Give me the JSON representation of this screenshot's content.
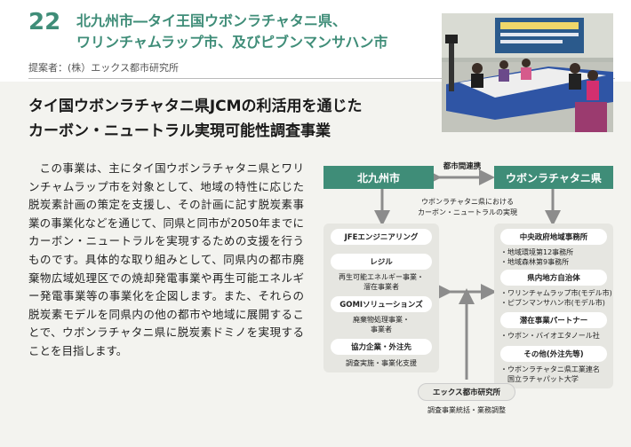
{
  "header": {
    "number": "22",
    "title_line1": "北九州市―タイ王国ウボンラチャタニ県、",
    "title_line2": "ワリンチャムラップ市、及びピブンマンサハン市",
    "proposer": "提案者：(株）エックス都市研究所"
  },
  "subtitle": {
    "line1": "タイ国ウボンラチャタニ県JCMの利活用を通じた",
    "line2": "カーボン・ニュートラル実現可能性調査事業"
  },
  "body": {
    "paragraph": "この事業は、主にタイ国ウボンラチャタニ県とワリンチャムラップ市を対象として、地域の特性に応じた脱炭素計画の策定を支援し、その計画に記す脱炭素事業の事業化などを通じて、同県と同市が2050年までにカーボン・ニュートラルを実現するための支援を行うものです。具体的な取り組みとして、同県内の都市廃棄物広域処理区での焼却発電事業や再生可能エネルギー発電事業等の事業化を企図します。また、それらの脱炭素モデルを同県内の他の都市や地域に展開することで、ウボンラチャタニ県に脱炭素ドミノを実現することを目指します。"
  },
  "diagram": {
    "left_header": "北九州市",
    "right_header": "ウボンラチャタニ県",
    "link_label": "都市間連携",
    "center_note_line1": "ウボンラチャタニ県における",
    "center_note_line2": "カーボン・ニュートラルの実現",
    "left_items": [
      {
        "title": "JFEエンジニアリング",
        "desc": ""
      },
      {
        "title": "レジル",
        "desc1": "再生可能エネルギー事業・",
        "desc2": "溜在事業者"
      },
      {
        "title": "GOMIソリューションズ",
        "desc1": "廃棄物処理事業・",
        "desc2": "事業者"
      },
      {
        "title": "協力企業・外注先",
        "desc1": "調査実施・事業化支援",
        "desc2": ""
      }
    ],
    "right_items": [
      {
        "title": "中央政府地域事務所",
        "lines": [
          "・地域環境第12事務所",
          "・地域森林第9事務所"
        ]
      },
      {
        "title": "県内地方自治体",
        "lines": [
          "・ワリンチャムラップ市(モデル市)",
          "・ピブンマンサハン市(モデル市)"
        ]
      },
      {
        "title": "潜在事業パートナー",
        "lines": [
          "・ウボン・バイオエタノール社"
        ]
      },
      {
        "title": "その他(外注先等)",
        "lines": [
          "・ウボンラチャタニ県工業連名",
          "　国立ラチャパット大学"
        ]
      }
    ],
    "bottom_title": "エックス都市研究所",
    "bottom_desc": "調査事業統括・業務調整"
  },
  "colors": {
    "accent": "#3f8d78",
    "panel": "#e6e6e1",
    "background": "#f3f3ef"
  }
}
